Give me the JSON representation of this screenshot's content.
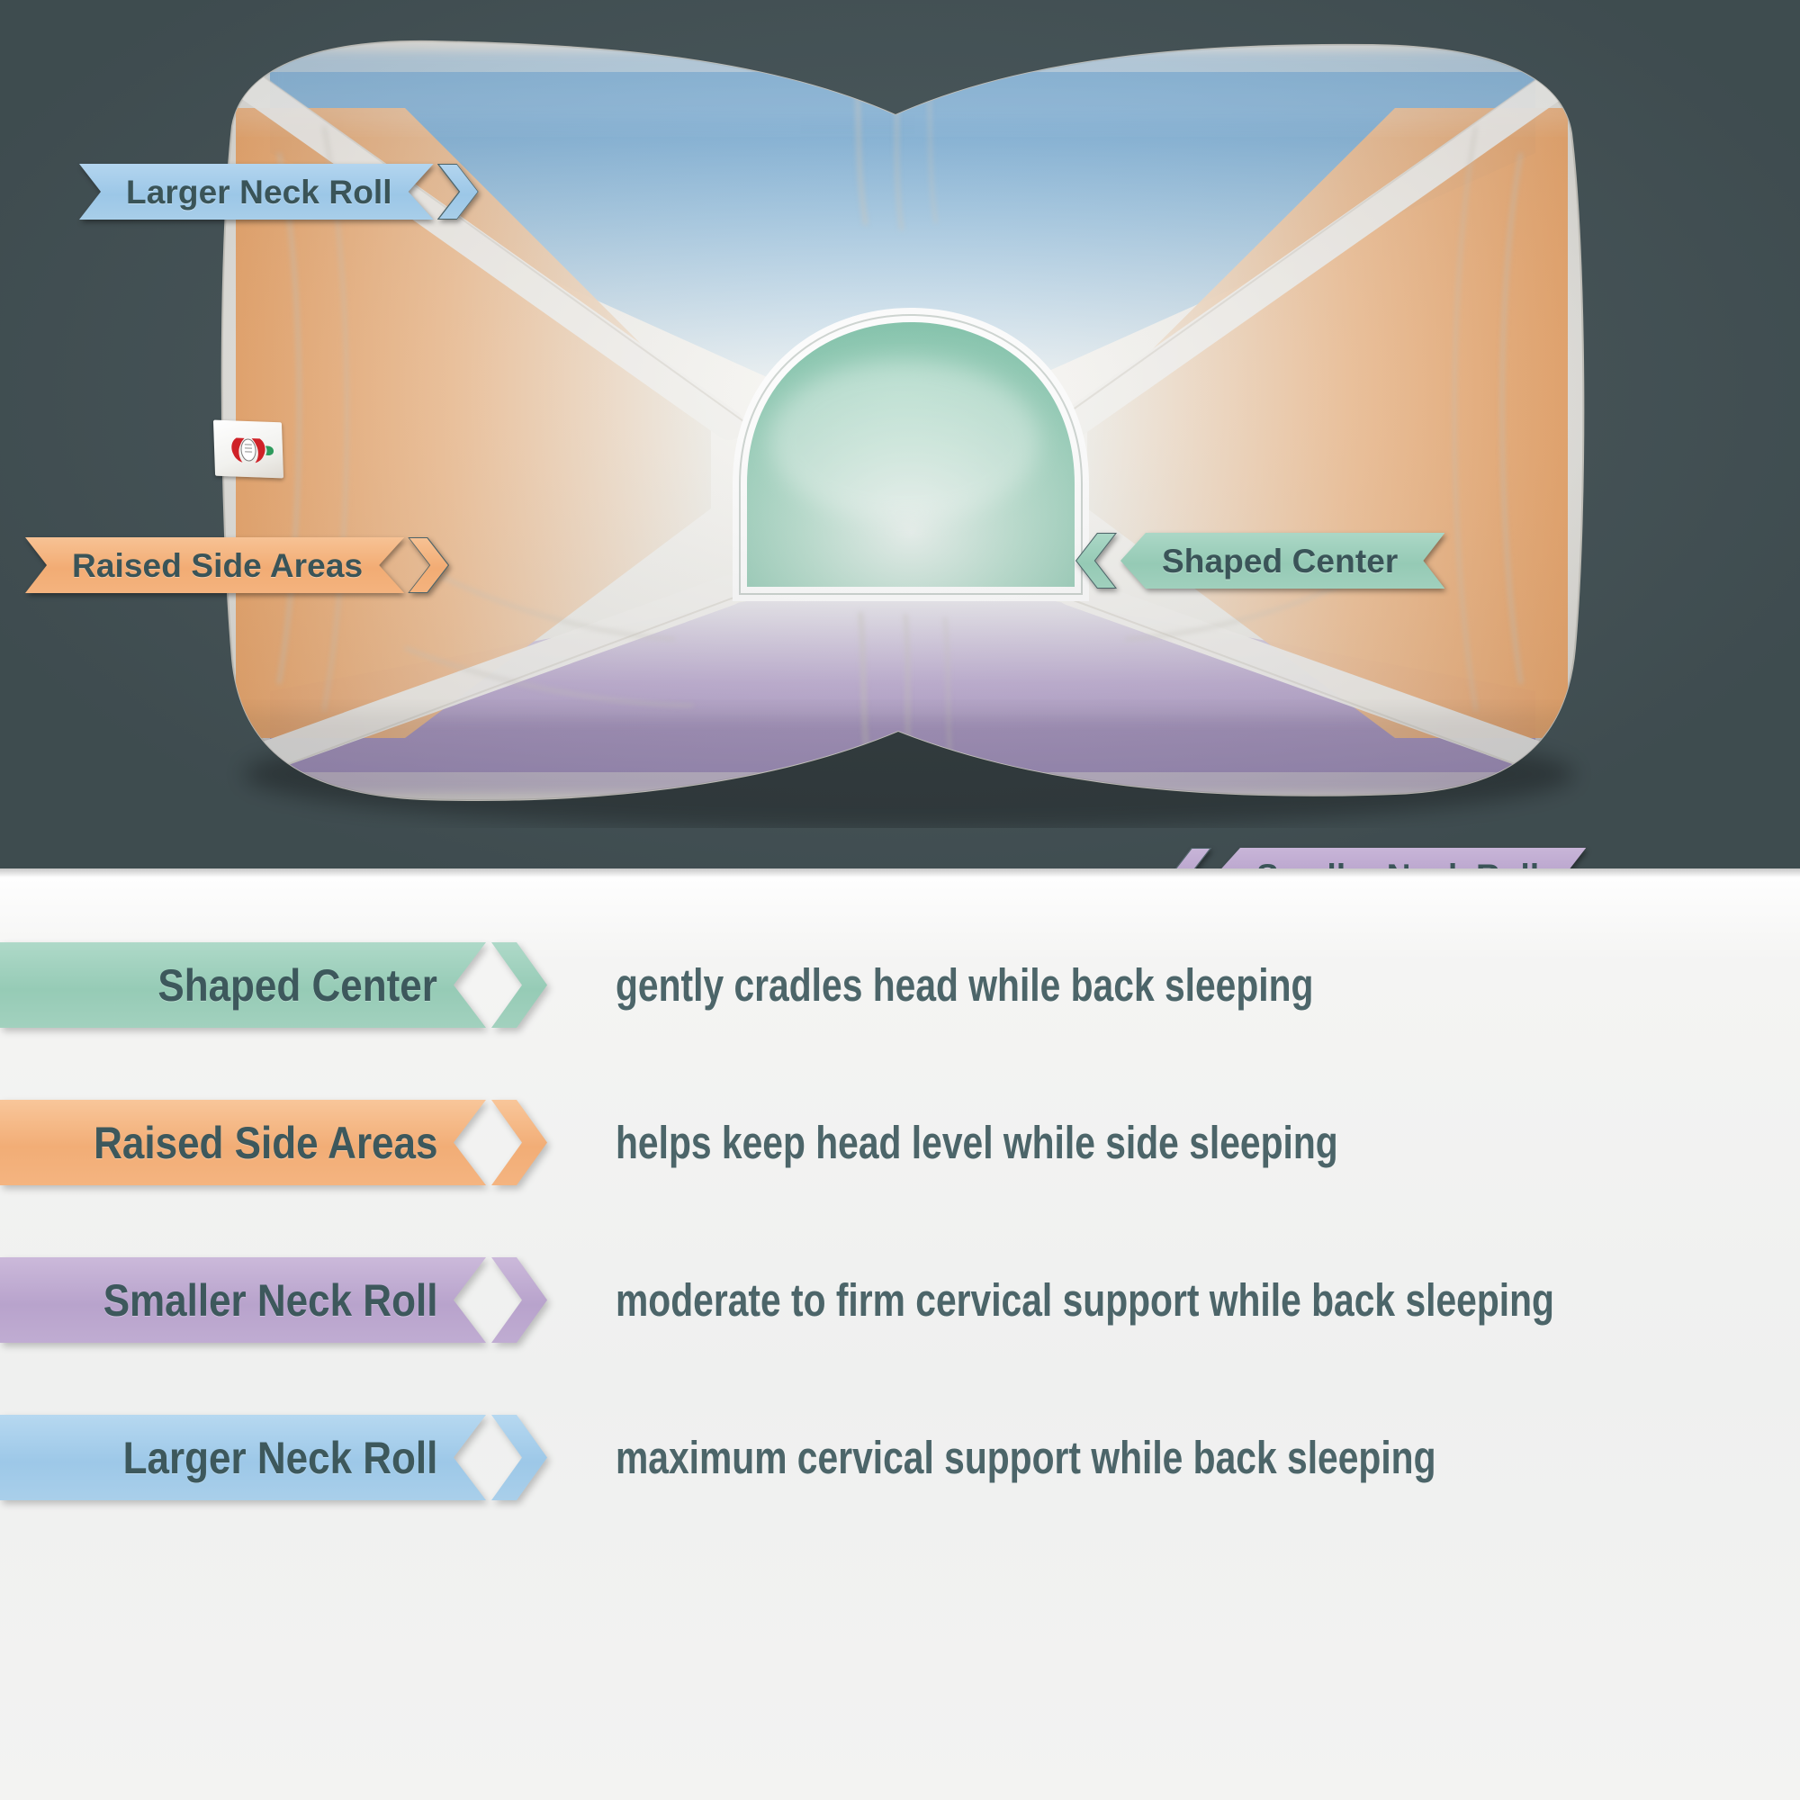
{
  "product": {
    "type": "cervical support pillow",
    "care_tag": {
      "present": true,
      "logo": "core-products-logo-icon"
    }
  },
  "photo_panel": {
    "background_color": "#47565a",
    "zones": [
      {
        "key": "larger_neck_roll",
        "label": "Larger Neck Roll",
        "color": "#a8cee9",
        "position": "top"
      },
      {
        "key": "raised_side_areas",
        "label": "Raised Side Areas",
        "color": "#f4b37e",
        "position": "left-and-right"
      },
      {
        "key": "shaped_center",
        "label": "Shaped Center",
        "color": "#a0d0bd",
        "position": "center"
      },
      {
        "key": "smaller_neck_roll",
        "label": "Smaller Neck Roll",
        "color": "#bfabd1",
        "position": "bottom"
      }
    ],
    "callouts": [
      {
        "key": "larger_neck_roll",
        "label": "Larger Neck Roll",
        "direction": "right",
        "color": "#a8cee9"
      },
      {
        "key": "raised_side_areas",
        "label": "Raised Side Areas",
        "direction": "right",
        "color": "#f4b37e"
      },
      {
        "key": "shaped_center",
        "label": "Shaped Center",
        "direction": "left",
        "color": "#a0d0bd"
      },
      {
        "key": "smaller_neck_roll",
        "label": "Smaller Neck Roll",
        "direction": "left",
        "color": "#bfabd1"
      }
    ]
  },
  "legend": {
    "rows": [
      {
        "key": "shaped_center",
        "label": "Shaped Center",
        "description": "gently cradles head while back sleeping",
        "color": "#a0d0bd"
      },
      {
        "key": "raised_side_areas",
        "label": "Raised Side Areas",
        "description": "helps keep head level while side sleeping",
        "color": "#f4b37e"
      },
      {
        "key": "smaller_neck_roll",
        "label": "Smaller Neck Roll",
        "description": "moderate to firm cervical support while back sleeping",
        "color": "#bfabd1"
      },
      {
        "key": "larger_neck_roll",
        "label": "Larger Neck Roll",
        "description": "maximum cervical support while back sleeping",
        "color": "#a8cee9"
      }
    ]
  },
  "colors": {
    "background_dark": "#47565a",
    "background_light": "#f1f2f1",
    "text_dark": "#3d585c",
    "text_body": "#4c6569",
    "blue": "#a8cee9",
    "orange": "#f4b37e",
    "green": "#a0d0bd",
    "purple": "#bfabd1",
    "pillow_white": "#f4f3ef"
  }
}
